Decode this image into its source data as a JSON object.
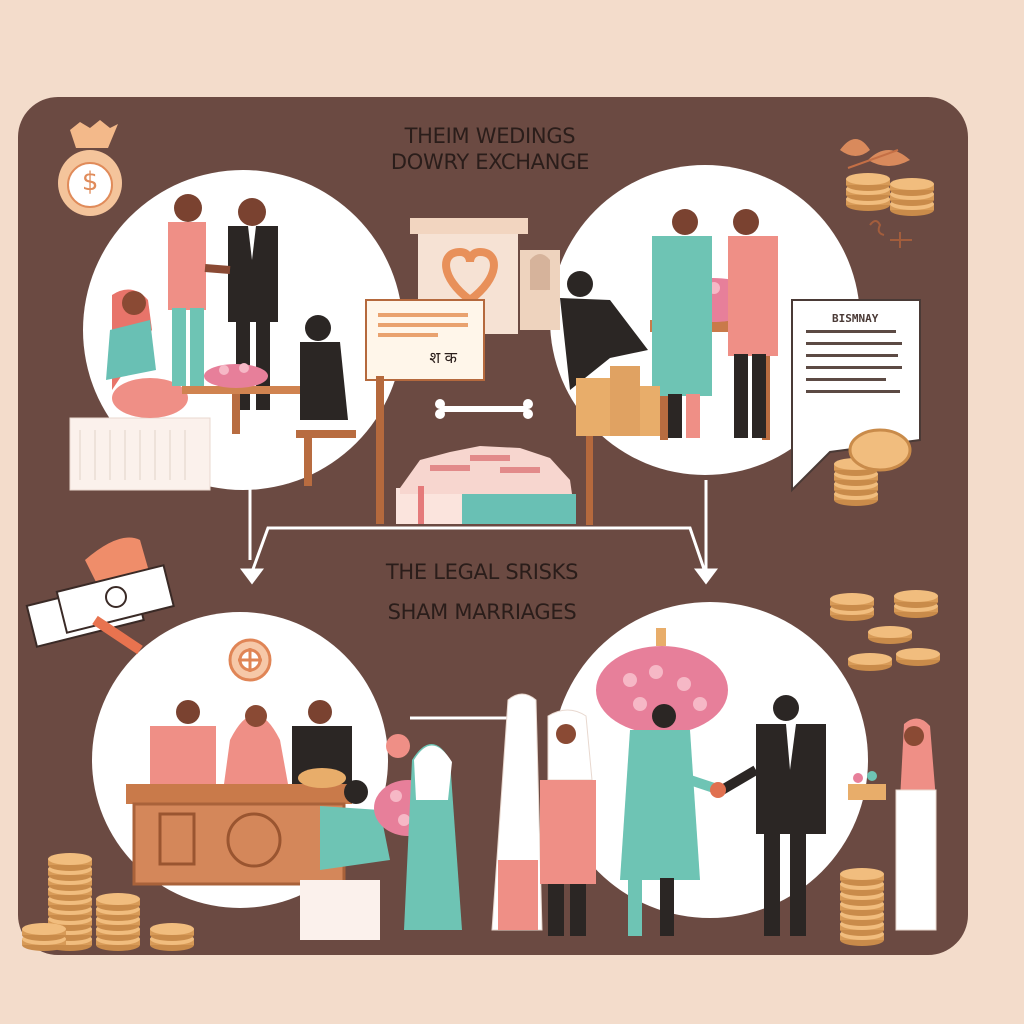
{
  "heading_top": {
    "line1": "THEIM WEDINGS",
    "line2": "DOWRY EXCHANGE"
  },
  "heading_middle": {
    "line1": "THE LEGAL SRISKS",
    "line2": "SHAM MARRIAGES"
  },
  "document_title": "BISMNAY",
  "sign_text": "श क",
  "currency_glyph": "$",
  "colors": {
    "background": "#f3dccb",
    "panel": "#6b4a42",
    "circle": "#ffffff",
    "pink": "#ee8f86",
    "teal": "#6ec4b4",
    "dark_suit": "#2b2624",
    "gold": "#e8ad6a",
    "wood": "#c97a4a",
    "flowers": "#e77f9a"
  },
  "icons": [
    "money-bag-icon",
    "heart-icon",
    "leaf-icon",
    "coin-stack-icon",
    "banknote-icon",
    "emblem-icon",
    "connector-arrow-icon"
  ]
}
